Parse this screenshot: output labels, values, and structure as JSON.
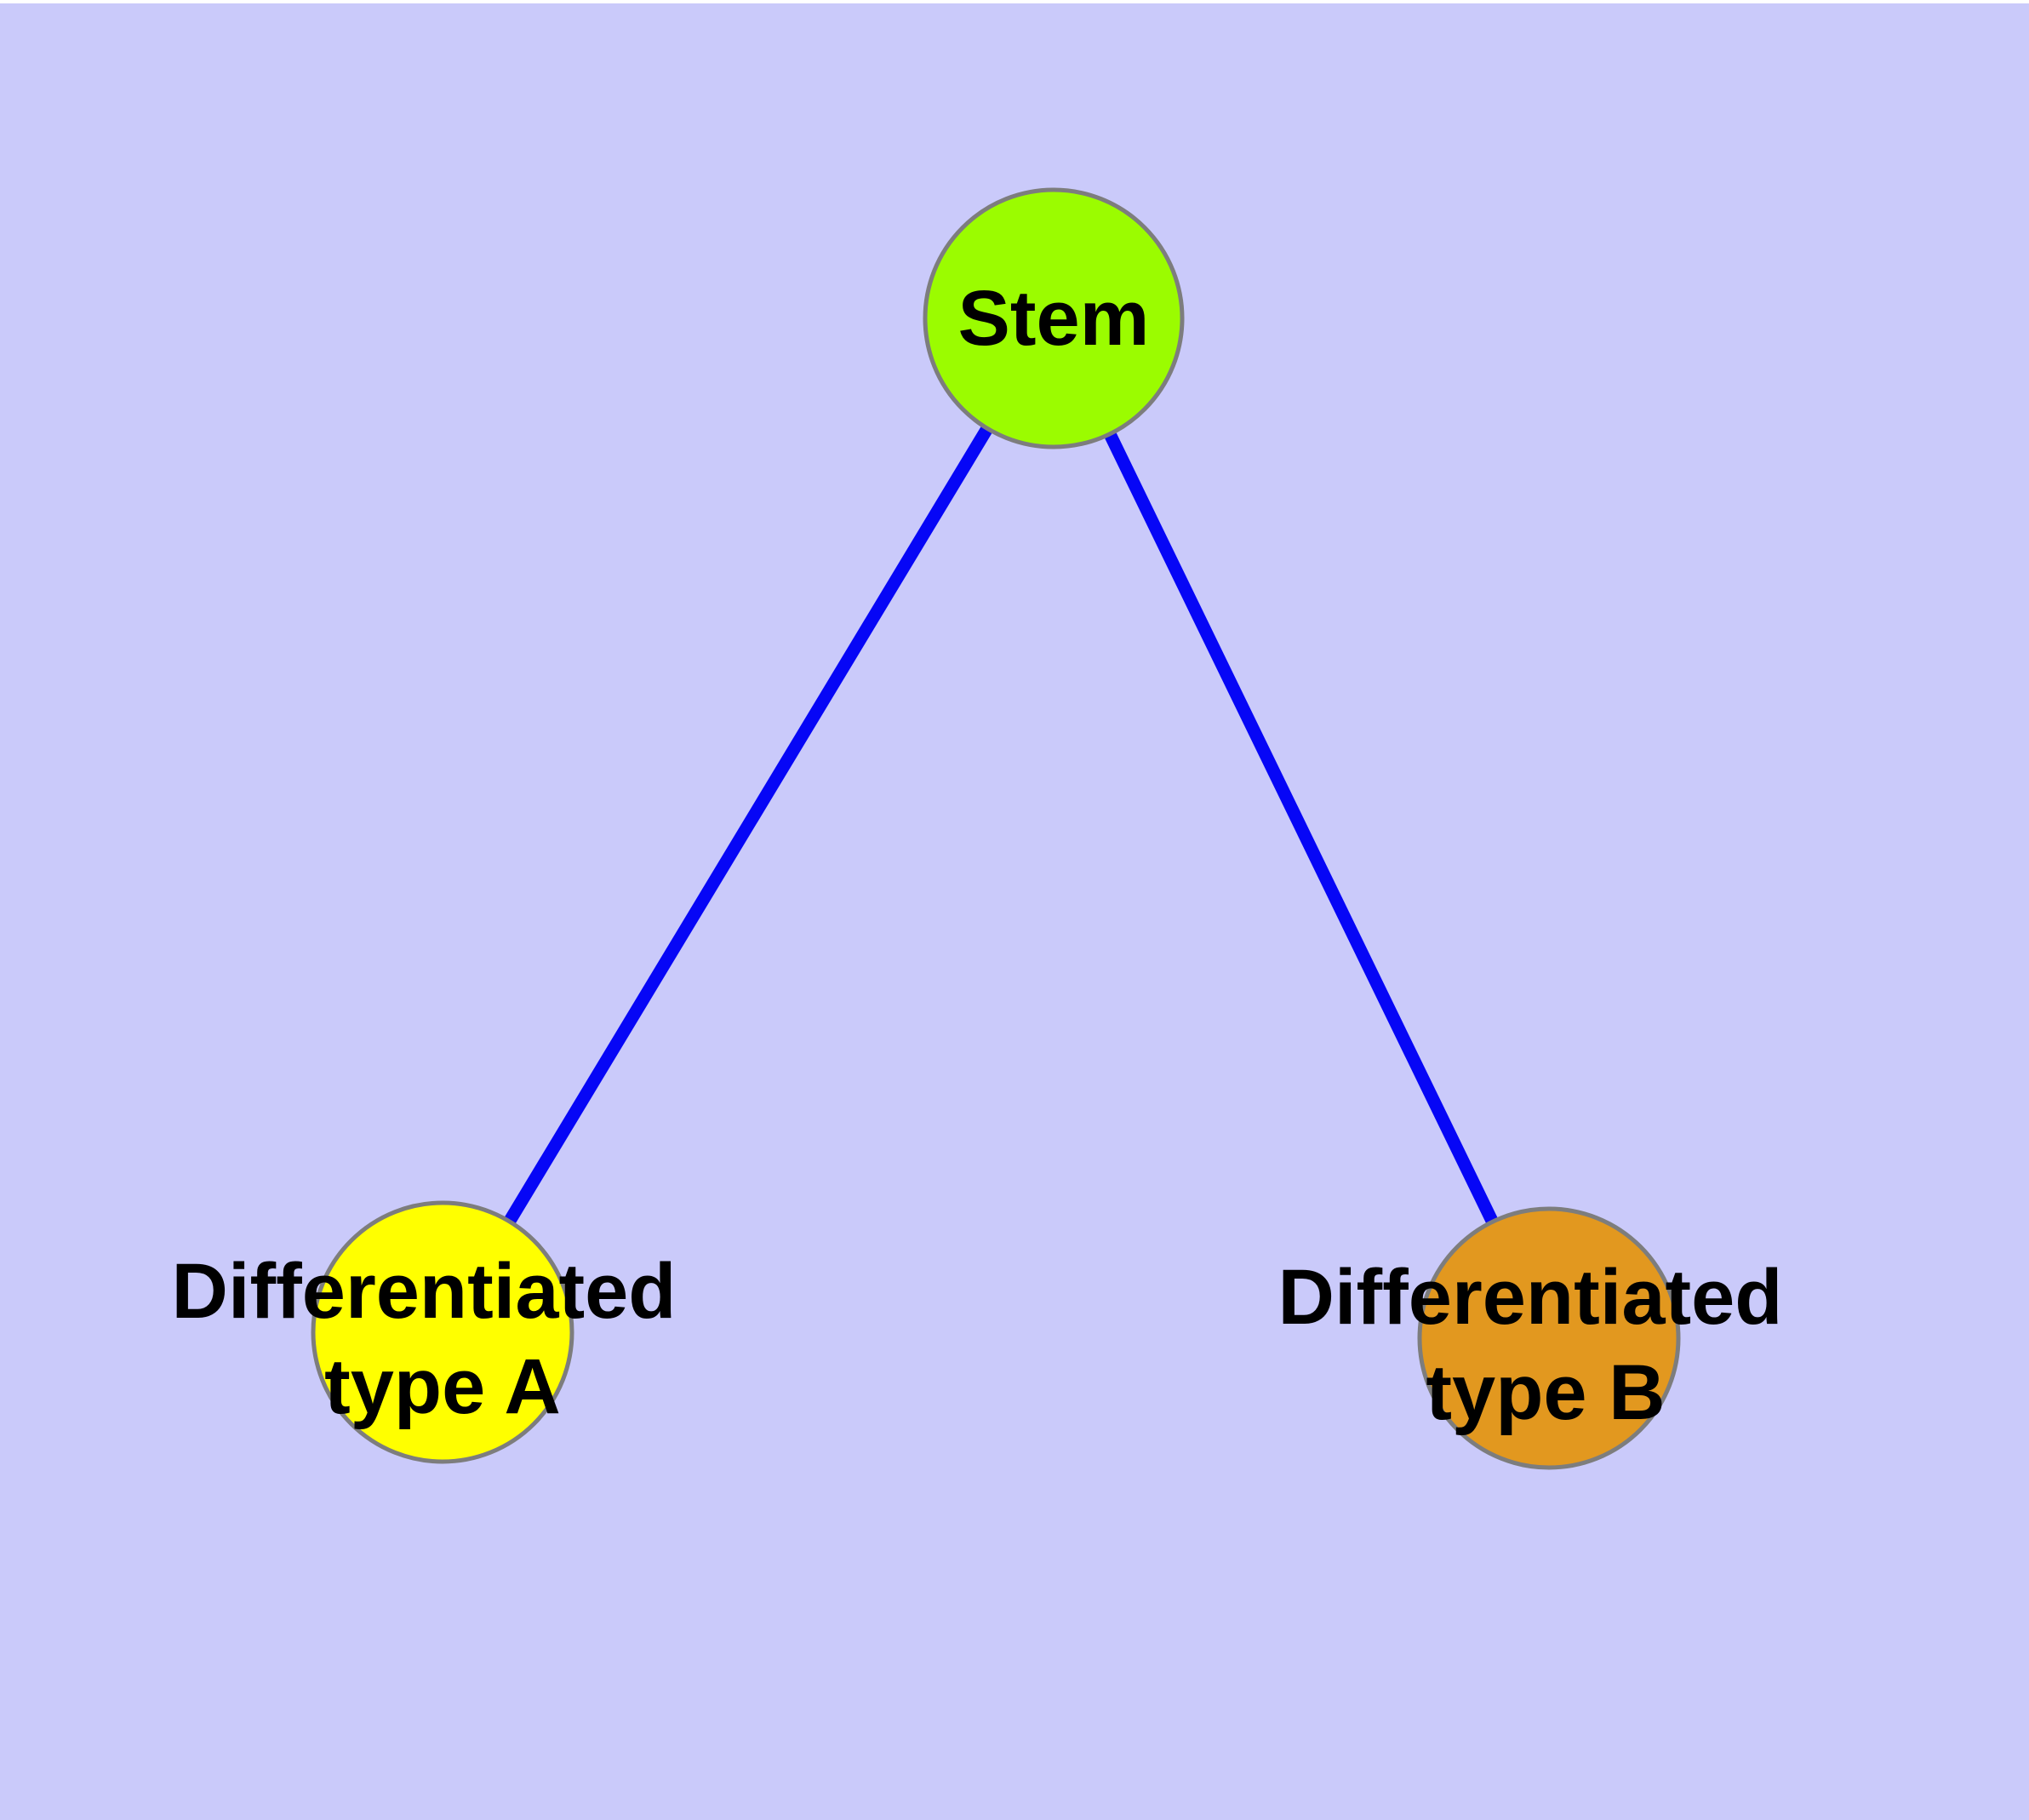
{
  "figure": {
    "background_color": "#CACAFA",
    "top_margin_color": "#FFFFFF",
    "label_text_color": "#000000"
  },
  "graph": {
    "nodes": [
      {
        "id": "stem",
        "label": "Stem",
        "label_line1": "Stem",
        "label_line2": "",
        "fill_color": "#9BFC00",
        "border_color": "#7D7D7D"
      },
      {
        "id": "differentiated-type-a",
        "label": "Differentiated type A",
        "label_line1": "Differentiated",
        "label_line2": "type A",
        "fill_color": "#FFFF00",
        "border_color": "#7D7D7D"
      },
      {
        "id": "differentiated-type-b",
        "label": "Differentiated type B",
        "label_line1": "Differentiated",
        "label_line2": "type B",
        "fill_color": "#E2981F",
        "border_color": "#7D7D7D"
      }
    ],
    "edges": [
      {
        "from": "Stem",
        "to": "Differentiated type A",
        "color": "#0606F6"
      },
      {
        "from": "Stem",
        "to": "Differentiated type B",
        "color": "#0606F6"
      }
    ]
  }
}
